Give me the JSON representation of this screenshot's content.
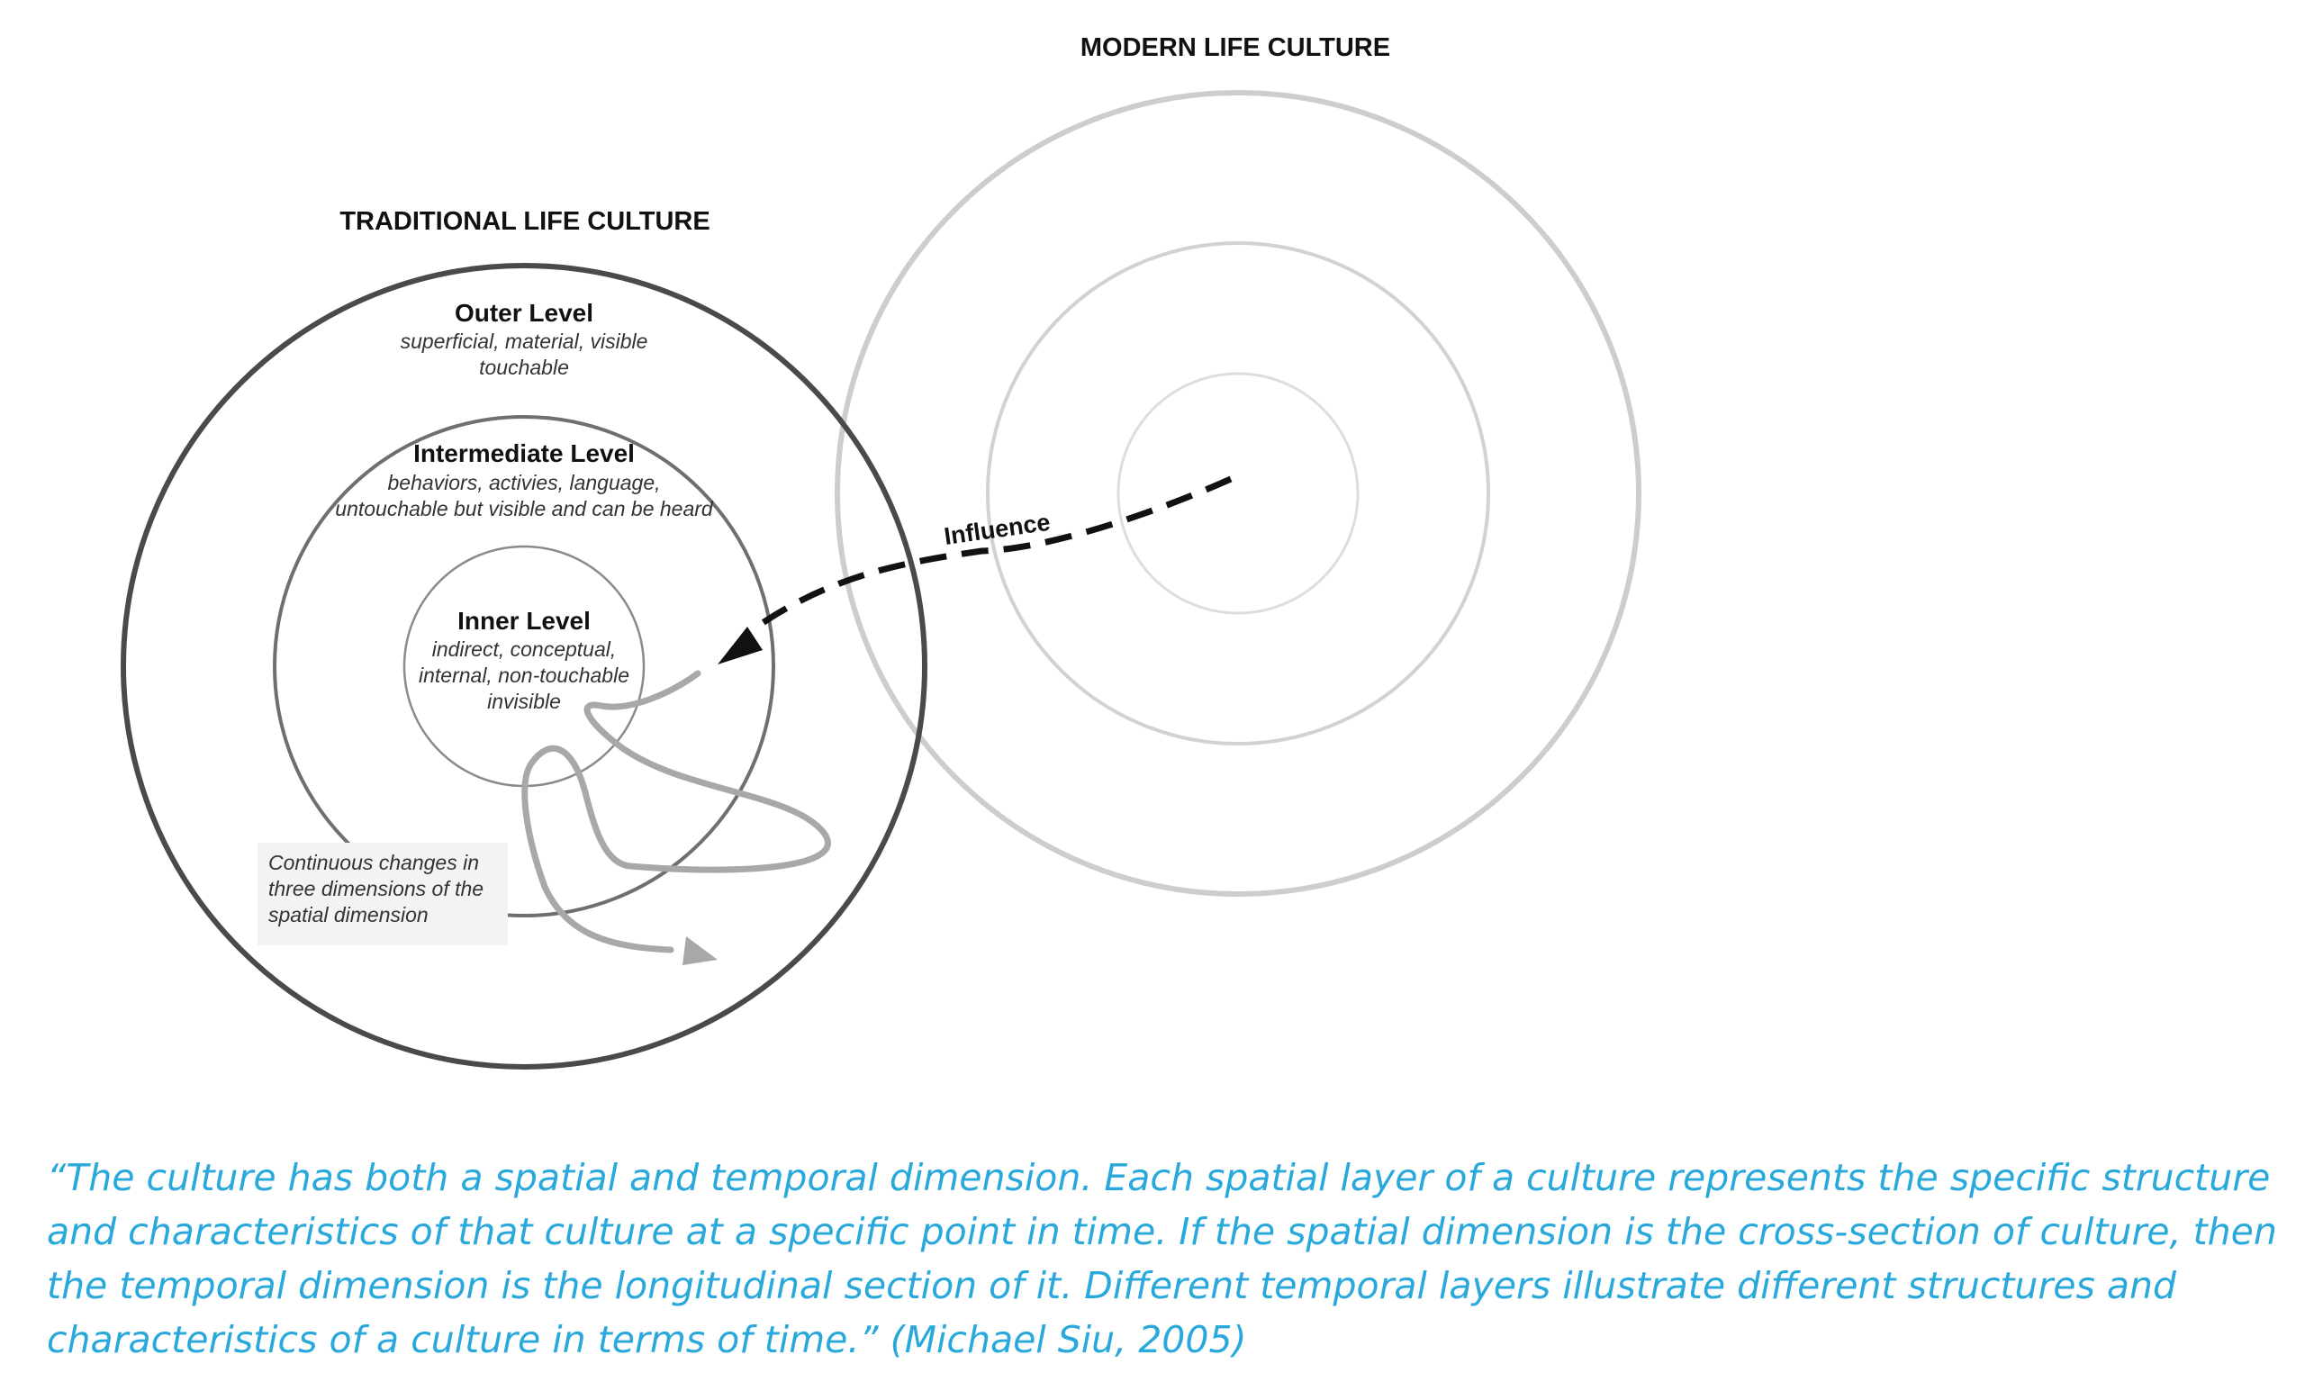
{
  "modern": {
    "title": "MODERN LIFE CULTURE"
  },
  "traditional": {
    "title": "TRADITIONAL LIFE CULTURE",
    "outer": {
      "title": "Outer Level",
      "desc": [
        "superficial, material, visible",
        "touchable"
      ]
    },
    "intermediate": {
      "title": "Intermediate Level",
      "desc": [
        "behaviors, activies, language,",
        "untouchable but visible and can be heard"
      ]
    },
    "inner": {
      "title": "Inner Level",
      "desc": [
        "indirect, conceptual,",
        "internal, non-touchable",
        "invisible"
      ]
    }
  },
  "influence": {
    "label": "Influence"
  },
  "note": {
    "lines": [
      "Continuous changes in",
      "three dimensions of the",
      "spatial dimension"
    ]
  },
  "quote": {
    "lines": [
      "“The culture has both a spatial and temporal dimension. Each spatial layer of a culture represents the specific structure",
      "and characteristics of that culture at a specific point in time. If the spatial dimension is the cross-section of culture, then",
      "the temporal dimension is the longitudinal section of it. Different temporal layers illustrate different structures and",
      "characteristics of a culture in terms of time.” (Michael Siu, 2005)"
    ]
  },
  "colors": {
    "quote": "#29a8dc",
    "traditional_outer_ring": "#4a4a4a",
    "traditional_inner_rings": "#777777",
    "modern_rings": "#cccccc",
    "arrow": "#111111",
    "change_path": "#a8a8a8"
  }
}
